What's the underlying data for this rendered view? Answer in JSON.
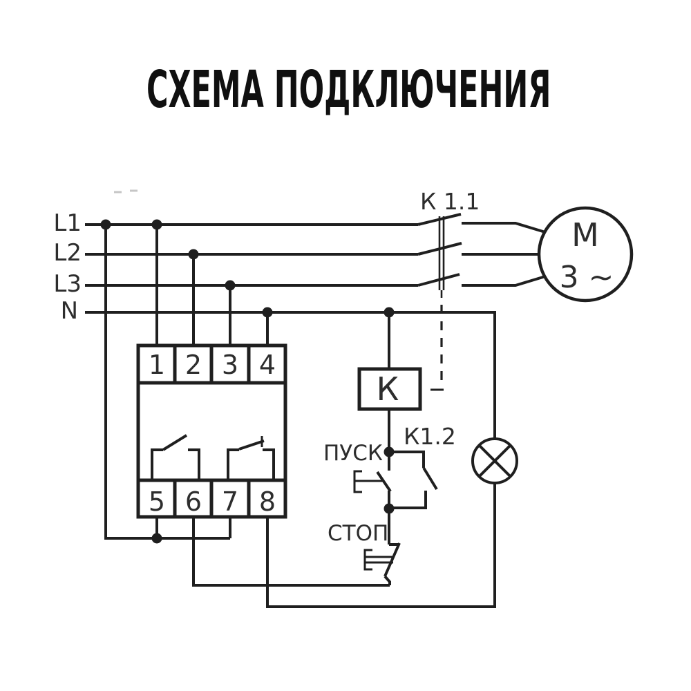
{
  "title": "СХЕМА ПОДКЛЮЧЕНИЯ",
  "power_lines": {
    "l1": "L1",
    "l2": "L2",
    "l3": "L3",
    "n": "N"
  },
  "device": {
    "terminals_top": [
      "1",
      "2",
      "3",
      "4"
    ],
    "terminals_bottom": [
      "5",
      "6",
      "7",
      "8"
    ]
  },
  "relay": {
    "coil": "К",
    "main_contact": "К 1.1",
    "aux_contact": "К1.2"
  },
  "buttons": {
    "start": "ПУСК",
    "stop": "СТОП"
  },
  "motor": {
    "letter": "M",
    "phase": "3 ~"
  },
  "colors": {
    "background": "#ffffff",
    "line": "#1f1f1f",
    "label": "#2d2d2d",
    "title": "#101010"
  }
}
